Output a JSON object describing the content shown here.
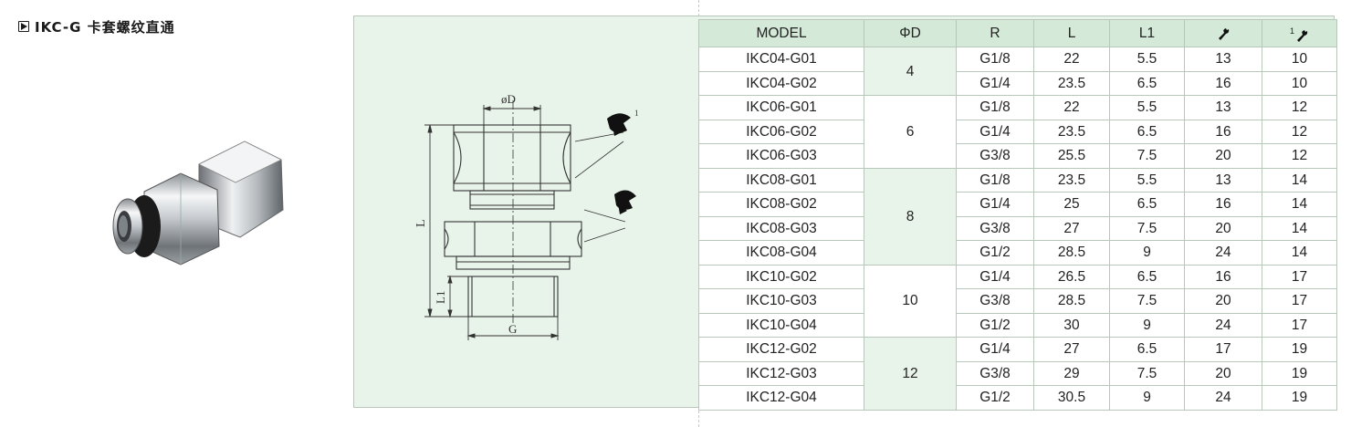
{
  "page": {
    "title": "IKC-G 卡套螺纹直通"
  },
  "drawing": {
    "label_phi_d": "øD",
    "label_l": "L",
    "label_l1": "L1",
    "label_g": "G",
    "label_wrench_index": "1"
  },
  "table": {
    "headers": {
      "model": "MODEL",
      "phi_d": "ΦD",
      "r": "R",
      "l": "L",
      "l1": "L1",
      "wrench": "wrench-icon",
      "wrench1_prefix": "1"
    },
    "groups": [
      {
        "phi_d": "4",
        "rows": [
          {
            "model": "IKC04-G01",
            "r": "G1/8",
            "l": "22",
            "l1": "5.5",
            "w": "13",
            "w1": "10"
          },
          {
            "model": "IKC04-G02",
            "r": "G1/4",
            "l": "23.5",
            "l1": "6.5",
            "w": "16",
            "w1": "10"
          }
        ]
      },
      {
        "phi_d": "6",
        "rows": [
          {
            "model": "IKC06-G01",
            "r": "G1/8",
            "l": "22",
            "l1": "5.5",
            "w": "13",
            "w1": "12"
          },
          {
            "model": "IKC06-G02",
            "r": "G1/4",
            "l": "23.5",
            "l1": "6.5",
            "w": "16",
            "w1": "12"
          },
          {
            "model": "IKC06-G03",
            "r": "G3/8",
            "l": "25.5",
            "l1": "7.5",
            "w": "20",
            "w1": "12"
          }
        ]
      },
      {
        "phi_d": "8",
        "rows": [
          {
            "model": "IKC08-G01",
            "r": "G1/8",
            "l": "23.5",
            "l1": "5.5",
            "w": "13",
            "w1": "14"
          },
          {
            "model": "IKC08-G02",
            "r": "G1/4",
            "l": "25",
            "l1": "6.5",
            "w": "16",
            "w1": "14"
          },
          {
            "model": "IKC08-G03",
            "r": "G3/8",
            "l": "27",
            "l1": "7.5",
            "w": "20",
            "w1": "14"
          },
          {
            "model": "IKC08-G04",
            "r": "G1/2",
            "l": "28.5",
            "l1": "9",
            "w": "24",
            "w1": "14"
          }
        ]
      },
      {
        "phi_d": "10",
        "rows": [
          {
            "model": "IKC10-G02",
            "r": "G1/4",
            "l": "26.5",
            "l1": "6.5",
            "w": "16",
            "w1": "17"
          },
          {
            "model": "IKC10-G03",
            "r": "G3/8",
            "l": "28.5",
            "l1": "7.5",
            "w": "20",
            "w1": "17"
          },
          {
            "model": "IKC10-G04",
            "r": "G1/2",
            "l": "30",
            "l1": "9",
            "w": "24",
            "w1": "17"
          }
        ]
      },
      {
        "phi_d": "12",
        "rows": [
          {
            "model": "IKC12-G02",
            "r": "G1/4",
            "l": "27",
            "l1": "6.5",
            "w": "17",
            "w1": "19"
          },
          {
            "model": "IKC12-G03",
            "r": "G3/8",
            "l": "29",
            "l1": "7.5",
            "w": "20",
            "w1": "19"
          },
          {
            "model": "IKC12-G04",
            "r": "G1/2",
            "l": "30.5",
            "l1": "9",
            "w": "24",
            "w1": "19"
          }
        ]
      }
    ]
  }
}
